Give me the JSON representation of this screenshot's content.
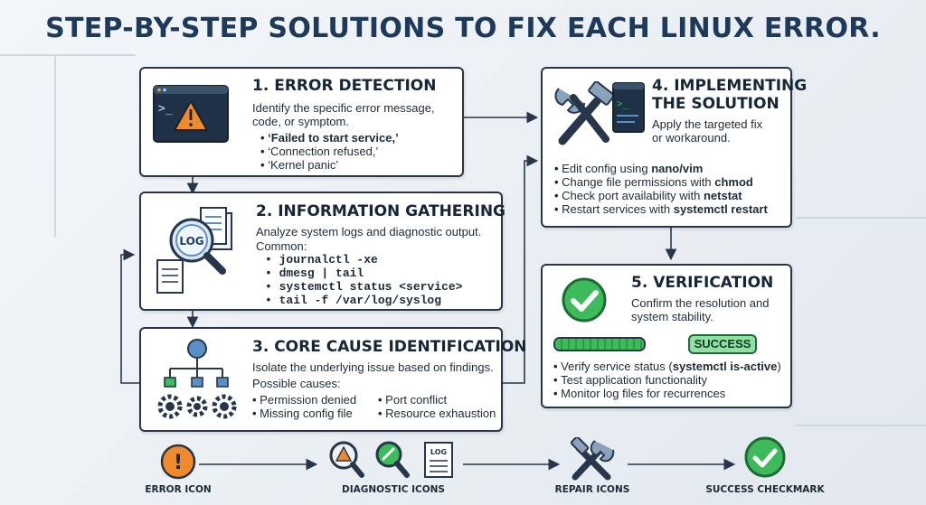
{
  "title": "STEP-BY-STEP SOLUTIONS TO FIX EACH LINUX ERROR.",
  "colors": {
    "accent": "#27364a",
    "success": "#3dbb5a",
    "warning": "#f08a2c",
    "link": "#5b8fc7"
  },
  "steps": [
    {
      "title": "1. ERROR DETECTION",
      "desc_lines": [
        "Identify the specific error message,",
        "code, or symptom."
      ],
      "items": [
        "‘Failed to start service,’",
        "‘Connection refused,’",
        "‘Kernel panic’"
      ],
      "icon": "terminal-warning-icon"
    },
    {
      "title": "2. INFORMATION GATHERING",
      "desc": "Analyze system logs and diagnostic output.",
      "common_label": "Common:",
      "items": [
        "journalctl -xe",
        "dmesg | tail",
        "systemctl status <service>",
        "tail -f /var/log/syslog"
      ],
      "icon": "log-magnifier-icon",
      "icon_text": "LOG"
    },
    {
      "title": "3. CORE CAUSE IDENTIFICATION",
      "desc": "Isolate the underlying issue based on findings.",
      "causes_label": "Possible causes:",
      "causes_left": [
        "Permission denied",
        "Missing config file"
      ],
      "causes_right": [
        "Port conflict",
        "Resource exhaustion"
      ],
      "icon": "hierarchy-gears-icon"
    },
    {
      "title_line1": "4. IMPLEMENTING",
      "title_line2": "THE SOLUTION",
      "desc_lines": [
        "Apply the targeted fix",
        "or workaround."
      ],
      "items": [
        {
          "text": "Edit config using ",
          "code": "nano/vim"
        },
        {
          "text": "Change file permissions with ",
          "code": "chmod"
        },
        {
          "text": "Check port availability with ",
          "code": "netstat"
        },
        {
          "text": "Restart services with ",
          "code": "systemctl restart"
        }
      ],
      "icon": "tools-terminal-icon"
    },
    {
      "title": "5. VERIFICATION",
      "desc_lines": [
        "Confirm the resolution and",
        "system stability."
      ],
      "badge": "SUCCESS",
      "progress": 1.0,
      "items": [
        {
          "text": "Verify service status (",
          "code": "systemctl is-active",
          "suffix": ")"
        },
        {
          "text": "Test application functionality"
        },
        {
          "text": "Monitor log files for recurrences"
        }
      ],
      "icon": "checkmark-icon"
    }
  ],
  "legend": [
    {
      "label": "ERROR ICON",
      "icon": "error-icon",
      "glyph": "!"
    },
    {
      "label": "DIAGNOSTIC ICONS",
      "icon": "diagnostic-icons",
      "log_text": "LOG"
    },
    {
      "label": "REPAIR ICONS",
      "icon": "repair-icon"
    },
    {
      "label": "SUCCESS CHECKMARK",
      "icon": "success-checkmark-icon"
    }
  ]
}
